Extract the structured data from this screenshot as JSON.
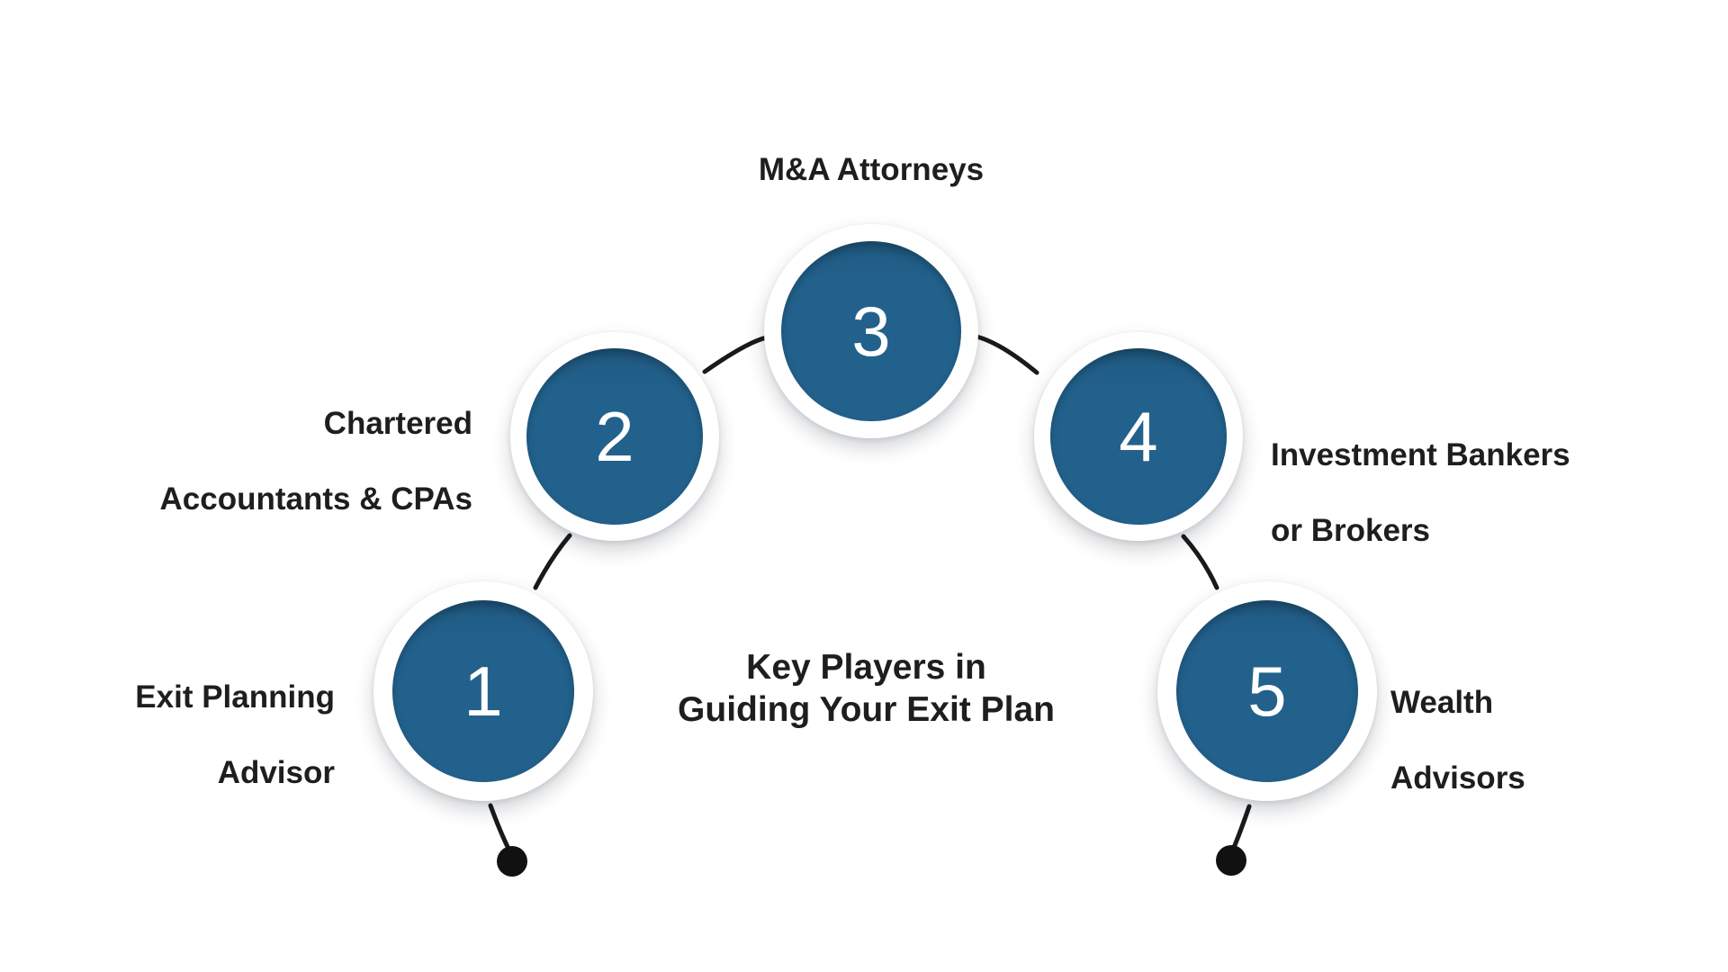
{
  "diagram": {
    "title_line1": "Key Players in",
    "title_line2": "Guiding Your Exit Plan",
    "background_color": "#ffffff",
    "accent_color": "#22618c",
    "ring_color": "#ffffff",
    "text_color": "#1e1e1e",
    "connector_color": "#1a1a1a",
    "node_count": 5
  },
  "nodes": [
    {
      "number": "1",
      "label_line1": "Exit Planning",
      "label_line2": "Advisor",
      "label_full": "Exit Planning Advisor",
      "label_side": "left",
      "position": "bottom-left"
    },
    {
      "number": "2",
      "label_line1": "Chartered",
      "label_line2": "Accountants & CPAs",
      "label_full": "Chartered Accountants & CPAs",
      "label_side": "left",
      "position": "mid-left"
    },
    {
      "number": "3",
      "label_line1": "M&A Attorneys",
      "label_line2": "",
      "label_full": "M&A Attorneys",
      "label_side": "top",
      "position": "top-center"
    },
    {
      "number": "4",
      "label_line1": "Investment Bankers",
      "label_line2": "or Brokers",
      "label_full": "Investment Bankers or Brokers",
      "label_side": "right",
      "position": "mid-right"
    },
    {
      "number": "5",
      "label_line1": "Wealth",
      "label_line2": "Advisors",
      "label_full": "Wealth Advisors",
      "label_side": "right",
      "position": "bottom-right"
    }
  ]
}
